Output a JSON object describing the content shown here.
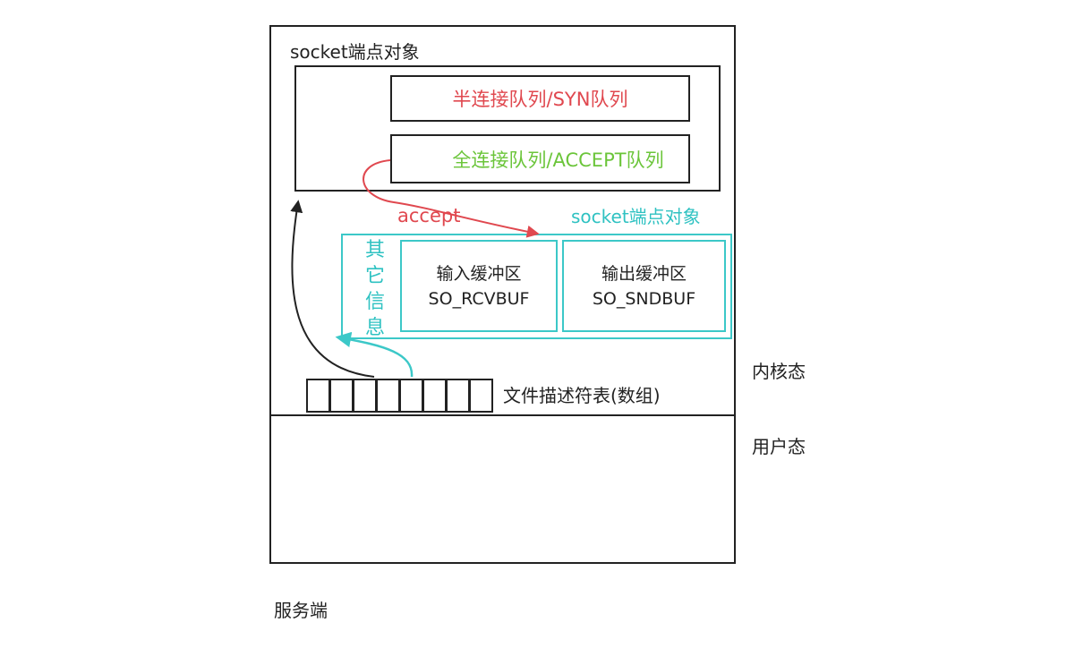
{
  "socket_labels": {
    "listening": "socket端点对象",
    "connected": "socket端点对象"
  },
  "queues": {
    "syn": "半连接队列/SYN队列",
    "accept": "全连接队列/ACCEPT队列"
  },
  "accept_call": "accept",
  "other_info": "其它信息",
  "buffers": {
    "recv_name": "输入缓冲区",
    "recv_const": "SO_RCVBUF",
    "send_name": "输出缓冲区",
    "send_const": "SO_SNDBUF"
  },
  "fd_table": {
    "label": "文件描述符表(数组)",
    "cells": 8
  },
  "regions": {
    "kernel": "内核态",
    "user": "用户态"
  },
  "server": "服务端",
  "colors": {
    "outline": "#222222",
    "red": "#e0484f",
    "green": "#6bc53a",
    "cyan": "#3cc8c8"
  }
}
